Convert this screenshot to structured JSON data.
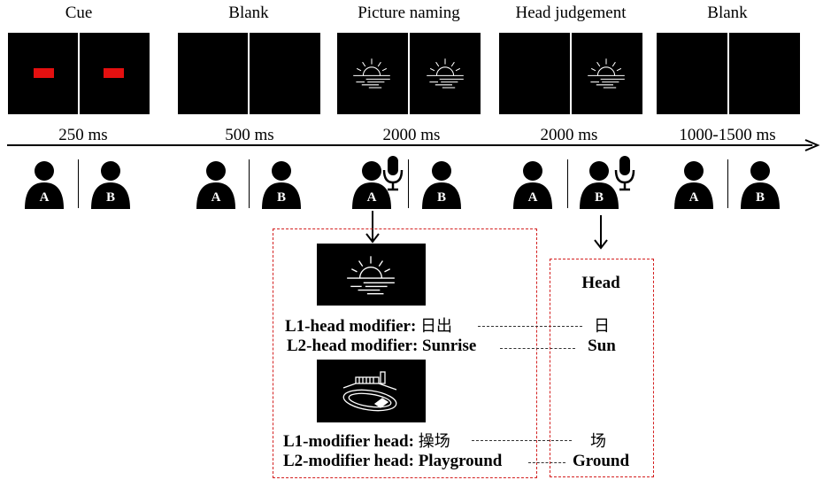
{
  "phases": [
    {
      "title": "Cue",
      "duration": "250 ms"
    },
    {
      "title": "Blank",
      "duration": "500 ms"
    },
    {
      "title": "Picture naming",
      "duration": "2000 ms"
    },
    {
      "title": "Head judgement",
      "duration": "2000 ms"
    },
    {
      "title": "Blank",
      "duration": "1000-1500 ms"
    }
  ],
  "participants": {
    "a": "A",
    "b": "B"
  },
  "colors": {
    "cue": "#e41010",
    "dashed_box": "#d42020",
    "screen": "#000000"
  },
  "icons": [
    "person-icon",
    "microphone-icon",
    "sunrise-picture",
    "playground-picture",
    "down-arrow-icon",
    "timeline-arrow"
  ],
  "examples": {
    "l1_head_modifier": {
      "label": "L1-head modifier:",
      "word": "日出"
    },
    "l2_head_modifier": {
      "label": "L2-head modifier:",
      "word": "Sunrise"
    },
    "l1_modifier_head": {
      "label": "L1-modifier head:",
      "word": "操场"
    },
    "l2_modifier_head": {
      "label": "L2-modifier head:",
      "word": "Playground"
    }
  },
  "head_box": {
    "title": "Head",
    "items": [
      "日",
      "Sun",
      "场",
      "Ground"
    ]
  }
}
